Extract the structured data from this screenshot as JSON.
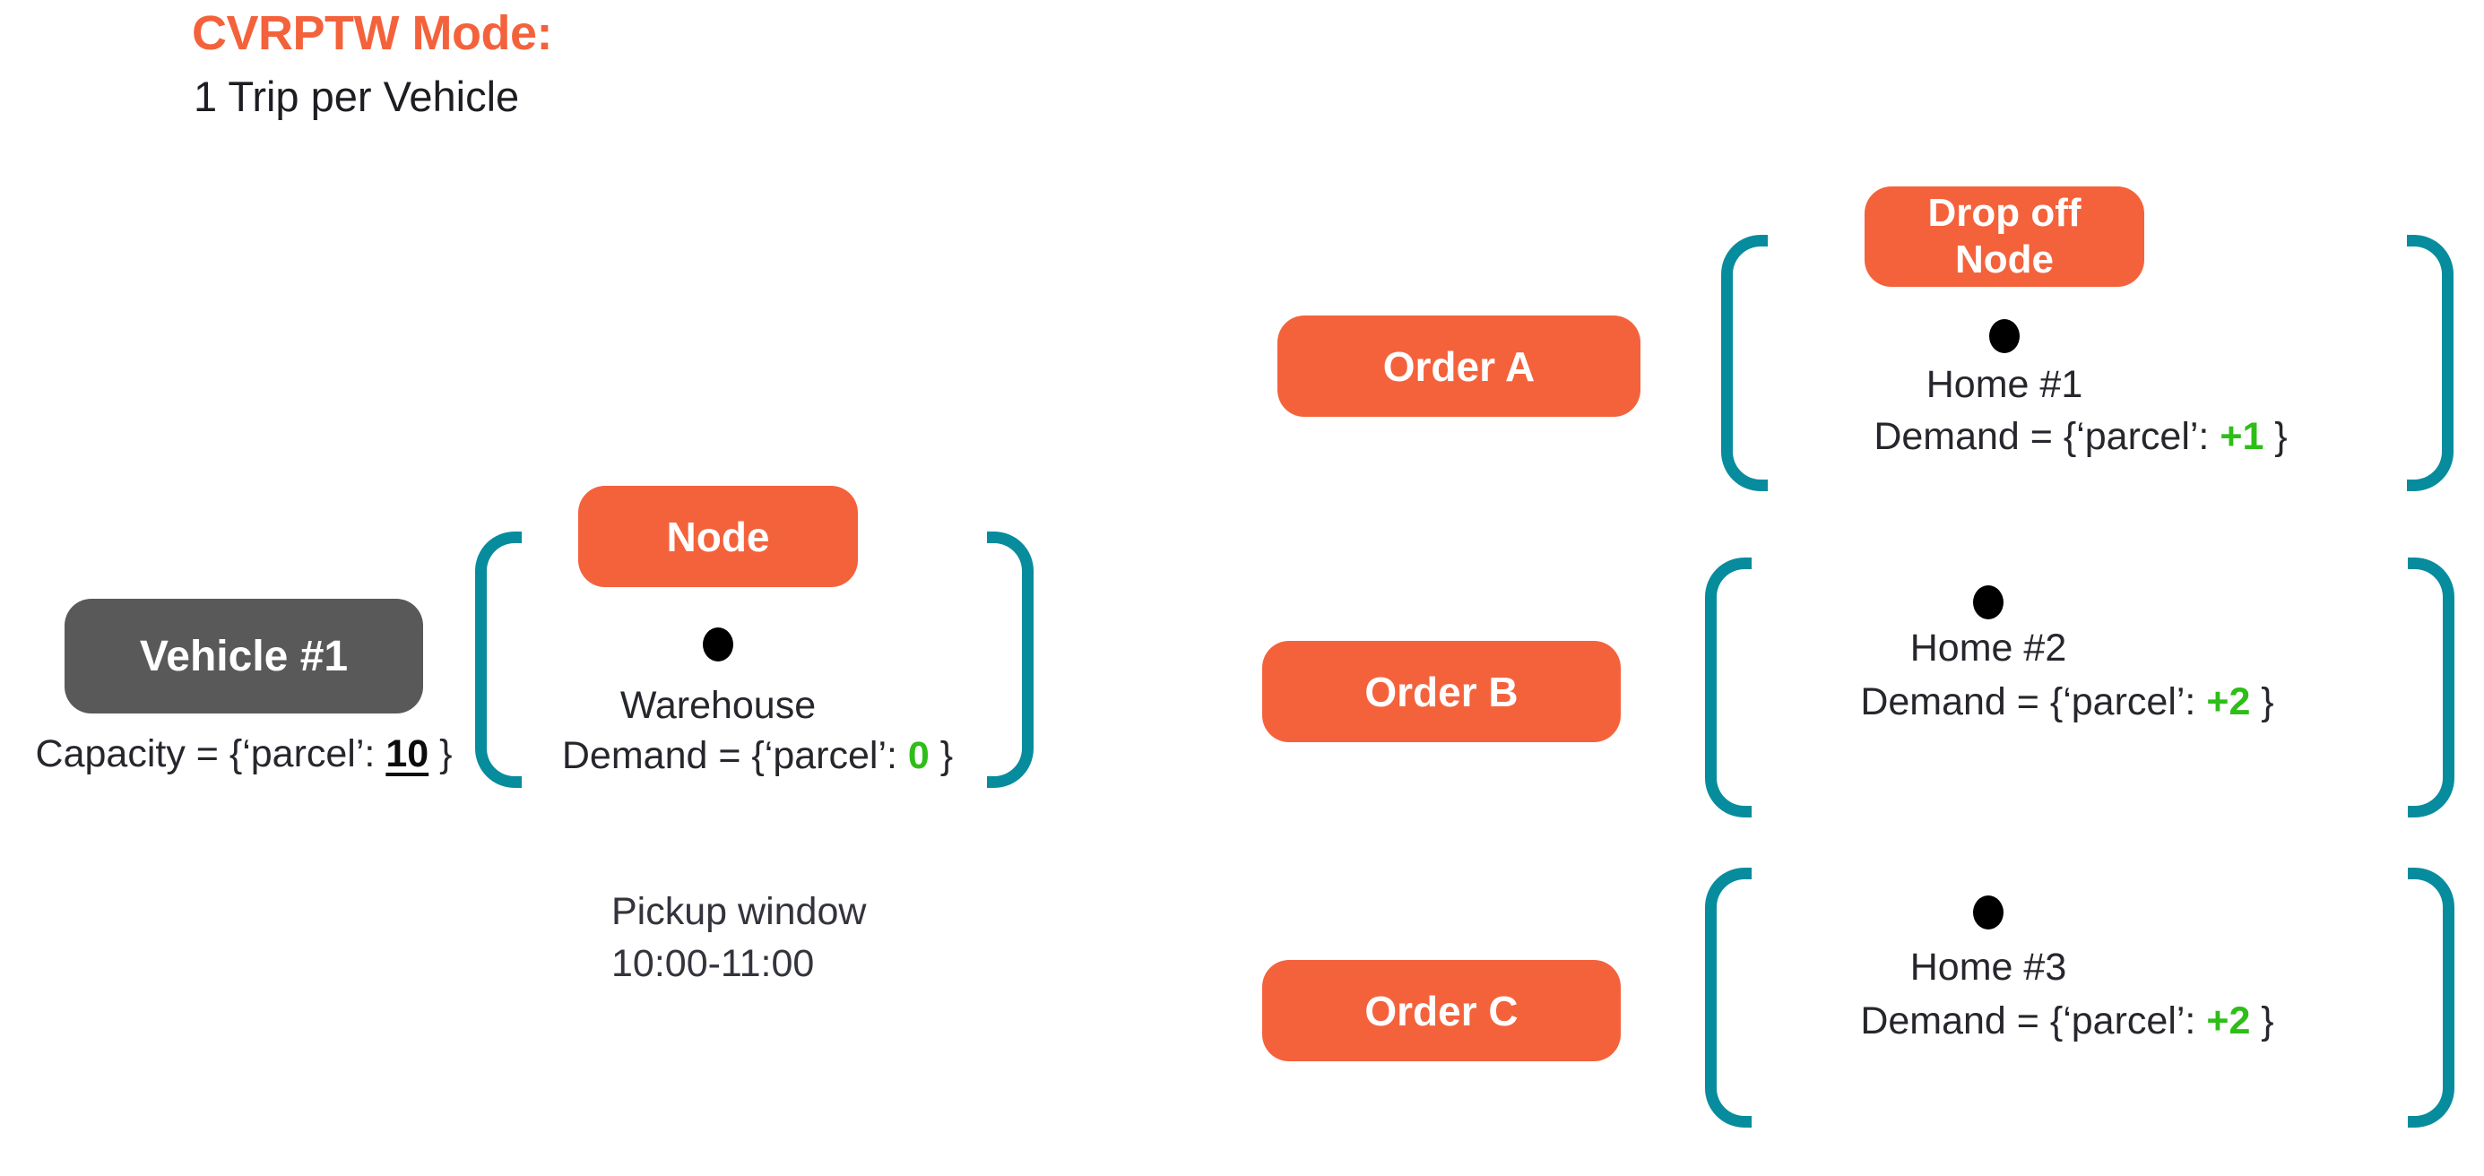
{
  "colors": {
    "orange": "#F4623C",
    "gray": "#595959",
    "teal": "#078C9D",
    "green": "#2DBE17",
    "text": "#26262C"
  },
  "title": {
    "heading": "CVRPTW Mode:",
    "subheading": "1 Trip per Vehicle"
  },
  "vehicle": {
    "label": "Vehicle #1",
    "capacity_prefix": "Capacity = {‘parcel’: ",
    "capacity_value": "10",
    "capacity_suffix": " }"
  },
  "depot": {
    "badge": "Node",
    "name": "Warehouse",
    "demand_prefix": "Demand = {‘parcel’: ",
    "demand_value": "0",
    "demand_suffix": " }",
    "pickup_window_line1": "Pickup window",
    "pickup_window_line2": "10:00-11:00"
  },
  "dropoff": {
    "badge": "Drop off Node"
  },
  "orders": [
    {
      "label": "Order A",
      "home": "Home #1",
      "demand_prefix": "Demand = {‘parcel’: ",
      "demand_value": "+1",
      "demand_suffix": " }"
    },
    {
      "label": "Order B",
      "home": "Home #2",
      "demand_prefix": "Demand = {‘parcel’: ",
      "demand_value": "+2",
      "demand_suffix": " }"
    },
    {
      "label": "Order C",
      "home": "Home #3",
      "demand_prefix": "Demand = {‘parcel’: ",
      "demand_value": "+2",
      "demand_suffix": " }"
    }
  ]
}
